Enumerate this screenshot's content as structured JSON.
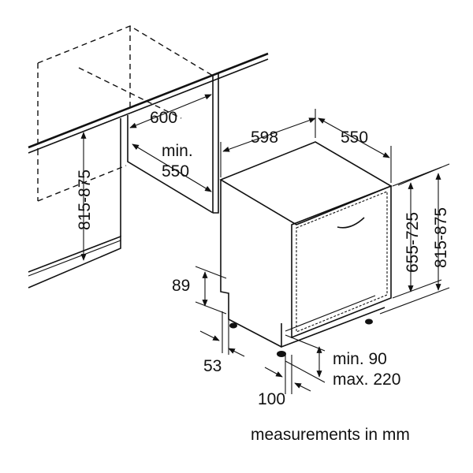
{
  "labels": {
    "niche_width": "600",
    "niche_depth_line1": "min.",
    "niche_depth_line2": "550",
    "niche_height": "815-875",
    "appliance_width": "598",
    "appliance_depth": "550",
    "door_height": "655-725",
    "appliance_height": "815-875",
    "toe_kick_height": "89",
    "foot_inset": "53",
    "plinth_min": "min. 90",
    "plinth_max": "max. 220",
    "plinth_depth": "100"
  },
  "caption": "measurements in mm"
}
